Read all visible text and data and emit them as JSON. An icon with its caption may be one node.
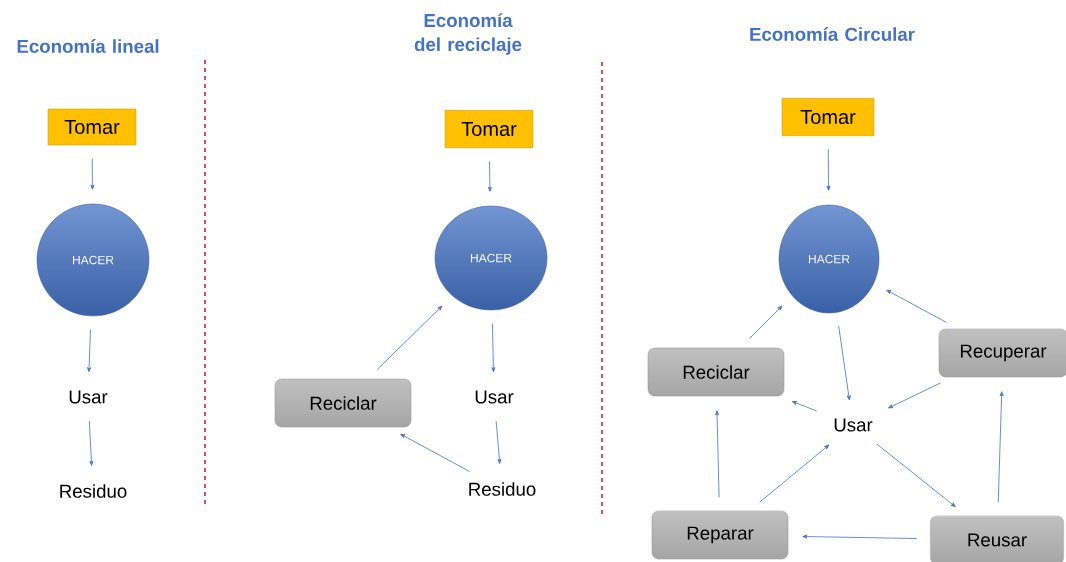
{
  "diagram": {
    "nodes": [
      {
        "text": [
          "Tomar"
        ]
      },
      {
        "text": [
          "HACER"
        ]
      },
      {
        "text": [
          "Usar"
        ]
      },
      {
        "text": [
          "Residuo"
        ]
      },
      {
        "text": [
          "Tomar"
        ]
      },
      {
        "text": [
          "HACER"
        ]
      },
      {
        "text": [
          "Usar"
        ]
      },
      {
        "text": [
          "Residuo"
        ]
      },
      {
        "text": [
          "Reciclar"
        ]
      },
      {
        "text": [
          "Tomar"
        ]
      },
      {
        "text": [
          "HACER"
        ]
      },
      {
        "text": [
          "Reciclar"
        ]
      },
      {
        "text": [
          "Recuperar"
        ]
      },
      {
        "text": [
          "Usar"
        ]
      },
      {
        "text": [
          "Reparar"
        ]
      },
      {
        "text": [
          "Reusar"
        ]
      }
    ],
    "edges": [
      {
        "from": 0,
        "to": 1,
        "arrow": "to"
      },
      {
        "from": 1,
        "to": 2,
        "arrow": "to"
      },
      {
        "from": 2,
        "to": 3,
        "arrow": "to"
      },
      {
        "from": 4,
        "to": 5,
        "arrow": "to"
      },
      {
        "from": 5,
        "to": 6,
        "arrow": "to"
      },
      {
        "from": 6,
        "to": 7,
        "arrow": "to"
      },
      {
        "from": 7,
        "to": 8,
        "arrow": "to"
      },
      {
        "from": 8,
        "to": 5,
        "arrow": "to"
      },
      {
        "from": 9,
        "to": 10,
        "arrow": "to"
      },
      {
        "from": 10,
        "to": 13,
        "arrow": "to"
      },
      {
        "from": 13,
        "to": 11,
        "arrow": "to"
      },
      {
        "from": 13,
        "to": 15,
        "arrow": "to"
      },
      {
        "from": 15,
        "to": 14,
        "arrow": "to"
      },
      {
        "from": 14,
        "to": 13,
        "arrow": "to"
      },
      {
        "from": 14,
        "to": 11,
        "arrow": "to"
      },
      {
        "from": 11,
        "to": 10,
        "arrow": "to"
      },
      {
        "from": 15,
        "to": 12,
        "arrow": "to"
      },
      {
        "from": 12,
        "to": 13,
        "arrow": "to"
      },
      {
        "from": 12,
        "to": 10,
        "arrow": "to"
      }
    ],
    "labels": [
      "Economía lineal",
      "Economía del reciclaje",
      "Economía Circular"
    ]
  }
}
